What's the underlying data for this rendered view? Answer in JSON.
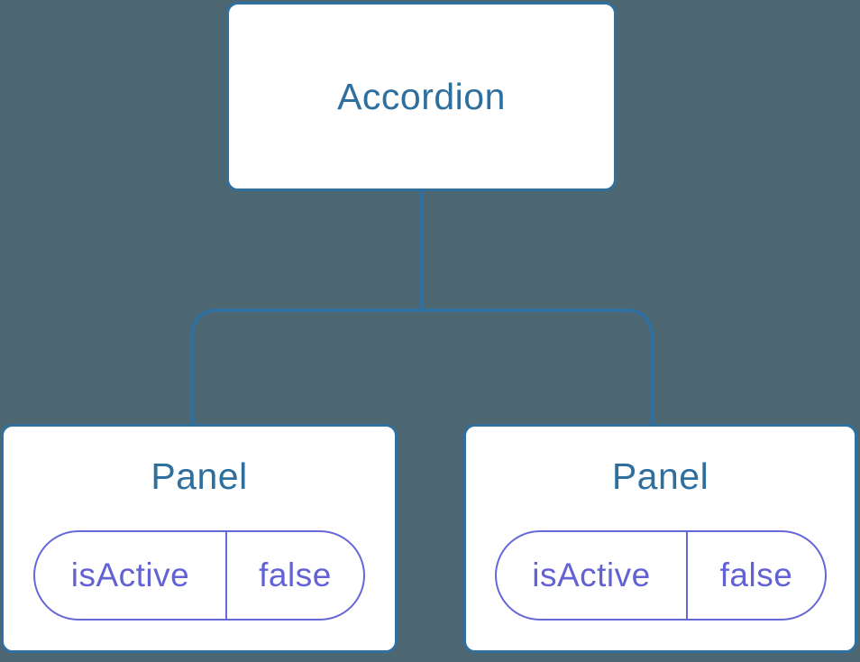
{
  "diagram": {
    "type": "component-tree",
    "colors": {
      "background": "#4C6772",
      "node_fill": "#FFFFFF",
      "stroke_blue": "#2F70A1",
      "label_blue": "#2F6F9E",
      "stroke_purple": "#6667D8",
      "label_purple": "#6262D4"
    },
    "root": {
      "label": "Accordion"
    },
    "panels": [
      {
        "label": "Panel",
        "state": {
          "key": "isActive",
          "value": "false"
        }
      },
      {
        "label": "Panel",
        "state": {
          "key": "isActive",
          "value": "false"
        }
      }
    ]
  }
}
